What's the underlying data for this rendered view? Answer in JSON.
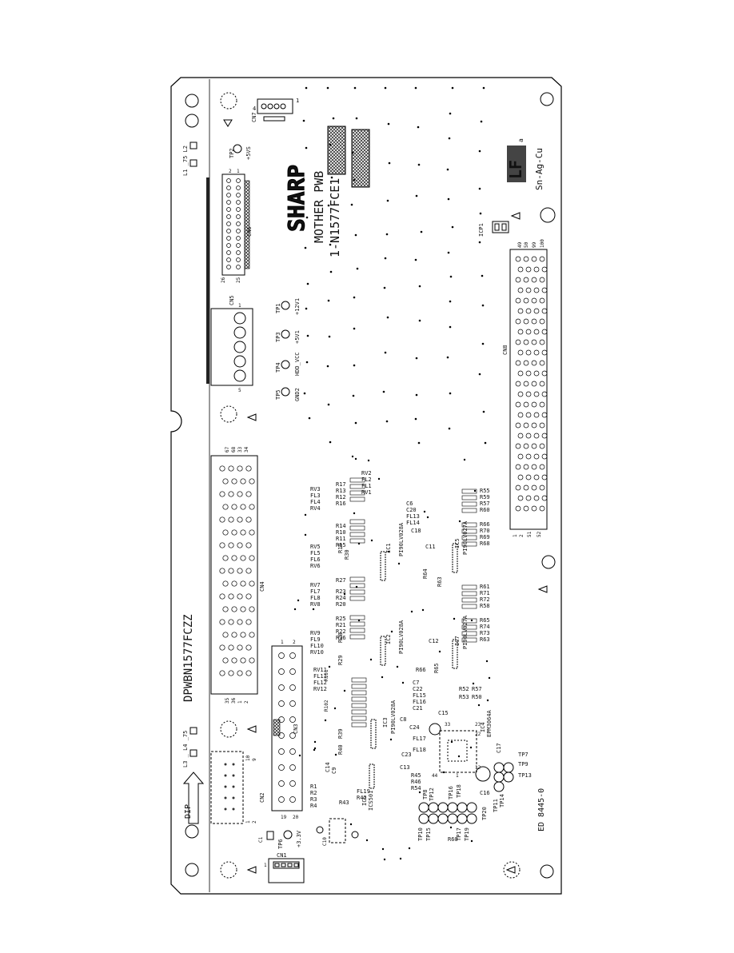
{
  "board": {
    "brand": "SHARP",
    "title": "MOTHER PWB",
    "code": "1-N1577FCE1",
    "part_number": "DPWBN1577FCZZ",
    "corner_code": "ED 8445-0",
    "lead_free_mark": "LF",
    "lead_free_sub": "a",
    "alloy": "Sn-Ag-Cu",
    "dip_label": "DIP"
  },
  "connectors": {
    "cn1": "CN1",
    "cn2": "CN2",
    "cn3": "CN3",
    "cn4": "CN4",
    "cn5": "CN5",
    "cn6": "CN6",
    "cn7": "CN7",
    "cn8": "CN8"
  },
  "pin_numbers": {
    "cn7_4": "4",
    "cn7_1": "1",
    "cn6_2": "2",
    "cn6_1": "1",
    "cn6_26": "26",
    "cn6_25": "25",
    "cn5_1": "1",
    "cn5_5": "5",
    "cn4_67": "67",
    "cn4_68": "68",
    "cn4_33": "33",
    "cn4_34": "34",
    "cn4_35": "35",
    "cn4_36": "36",
    "cn4_1": "1",
    "cn4_2": "2",
    "cn3_1": "1",
    "cn3_2": "2",
    "cn3_19": "19",
    "cn3_20": "20",
    "cn2_10": "10",
    "cn2_9": "9",
    "cn2_1": "1",
    "cn2_2": "2",
    "cn8_49": "49",
    "cn8_50": "50",
    "cn8_99": "99",
    "cn8_100": "100",
    "cn8_1": "1",
    "cn8_2": "2",
    "cn8_51": "51",
    "cn8_52": "52",
    "cn1_1": "1"
  },
  "test_points": [
    {
      "id": "TP2",
      "net": "+5VS"
    },
    {
      "id": "TP1",
      "net": "+12V1"
    },
    {
      "id": "TP3",
      "net": "+5V1"
    },
    {
      "id": "TP4",
      "net": "HDD_VCC"
    },
    {
      "id": "TP5",
      "net": "GND2"
    },
    {
      "id": "TP6",
      "net": "+3.3V"
    }
  ],
  "inductors": {
    "top": "L1 _75  L2",
    "bottom": "L3 _  L4 _75"
  },
  "ics": {
    "icp1": "ICP1",
    "ic1": "IC1",
    "ic1_part": "PI90LV028A",
    "ic2": "IC2",
    "ic2_part": "PI90LV028A",
    "ic3": "IC3",
    "ic3_part": "PI90LV028A",
    "ic5": "IC5",
    "ic5_part": "PI90LV027A",
    "ic7": "IC7",
    "ic7_part": "PI90LV027A",
    "ic4": "IC4",
    "ic4_part": "EPM3064A",
    "ic5b": "IC5",
    "ic5b_part": "ICS501"
  },
  "ref_groups": {
    "g1": [
      "RV2",
      "FL2",
      "FL1",
      "RV1"
    ],
    "g2": [
      "RV3",
      "FL3",
      "FL4",
      "RV4"
    ],
    "g3": [
      "R17",
      "R13",
      "R12",
      "R16"
    ],
    "g4": [
      "R14",
      "R10",
      "R11",
      "R15"
    ],
    "g5": [
      "RV5",
      "FL5",
      "FL6",
      "RV6"
    ],
    "g6": [
      "RV7",
      "FL7",
      "FL8",
      "RV8"
    ],
    "g7": [
      "R27",
      "R23",
      "R24",
      "R20"
    ],
    "g8": [
      "R25",
      "R21",
      "R22",
      "R26"
    ],
    "g9": [
      "RV9",
      "FL9",
      "FL10",
      "RV10"
    ],
    "g10": [
      "RV11",
      "FL11",
      "FL12",
      "RV12"
    ],
    "g11": [
      "C6",
      "C20",
      "FL13",
      "FL14"
    ],
    "g12": [
      "C7",
      "C22",
      "FL15",
      "FL16",
      "C21"
    ],
    "g13": [
      "R55",
      "R59",
      "R57",
      "R60"
    ],
    "g14": [
      "R66",
      "R70",
      "R69",
      "R68"
    ],
    "g15": [
      "R61",
      "R71",
      "R72",
      "R58"
    ],
    "g16": [
      "R65",
      "R74",
      "R73",
      "R63"
    ],
    "g17": [
      "R1",
      "R2",
      "R3",
      "R4"
    ],
    "g18": [
      "R52",
      "R57"
    ],
    "g19": [
      "R53",
      "R50"
    ],
    "g20": [
      "R45",
      "R46",
      "R54"
    ]
  },
  "misc_refs": {
    "r19": "R19",
    "r30": "R30",
    "r28": "R28",
    "r29": "R29",
    "c18": "C18",
    "c11": "C11",
    "c12": "C12",
    "r64": "R64",
    "r63": "R63",
    "r65": "R65",
    "r66": "R66",
    "r101": "R101",
    "r102": "R102",
    "r39": "R39",
    "r40": "R40",
    "c8": "C8",
    "c24": "C24",
    "c23": "C23",
    "fl17": "FL17",
    "fl18": "FL18",
    "c13": "C13",
    "c15": "C15",
    "c16": "C16",
    "c17": "C17",
    "c14": "C14",
    "c10": "C10",
    "c1": "C1",
    "fl19": "FL19",
    "r42": "R42",
    "r43": "R43",
    "c9": "C9",
    "r60": "R60",
    "tp7": "TP7",
    "tp8": "TP8",
    "tp9": "TP9",
    "tp10": "TP10",
    "tp11": "TP11",
    "tp12": "TP12",
    "tp13": "TP13",
    "tp14": "TP14",
    "tp15": "TP15",
    "tp16": "TP16",
    "tp17": "TP17",
    "tp18": "TP18",
    "tp19": "TP19",
    "tp20": "TP20",
    "n33": "33",
    "n23": "23",
    "n22": "22",
    "n12": "12",
    "n1": "1",
    "n44": "44"
  }
}
